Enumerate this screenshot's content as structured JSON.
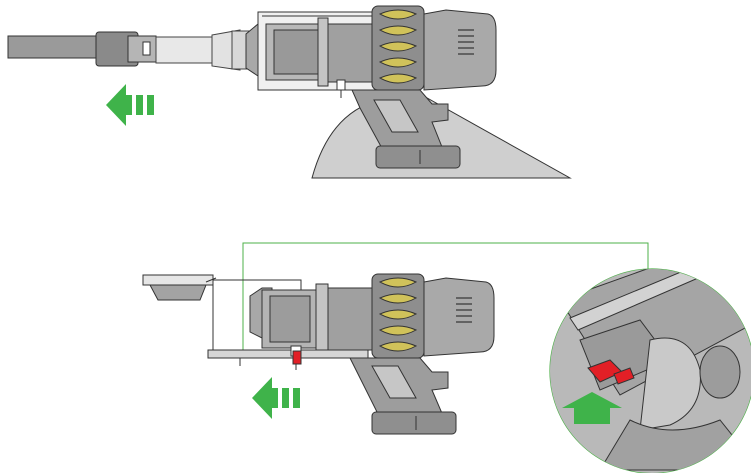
{
  "figure": {
    "panels": [
      {
        "id": "wand-removal",
        "arrow_direction": "left",
        "arrow_bars": 3
      },
      {
        "id": "bin-emptying",
        "arrow_direction": "left",
        "arrow_bars": 3,
        "detail_inset": {
          "arrow_direction": "up"
        }
      }
    ],
    "colors": {
      "device_body": "#a7a7a7",
      "device_dark": "#878787",
      "device_light": "#d6d6d6",
      "cyclone": "#8e8e8e",
      "outline": "#333333",
      "arrow": "#3fb34a",
      "release_button": "#e21f26",
      "connector_line": "#4eb049",
      "floor_shadow": "#cfcfcf",
      "wand_clear": "#e8e8e8"
    },
    "icons": [
      "left-arrow-icon",
      "up-arrow-icon"
    ]
  }
}
